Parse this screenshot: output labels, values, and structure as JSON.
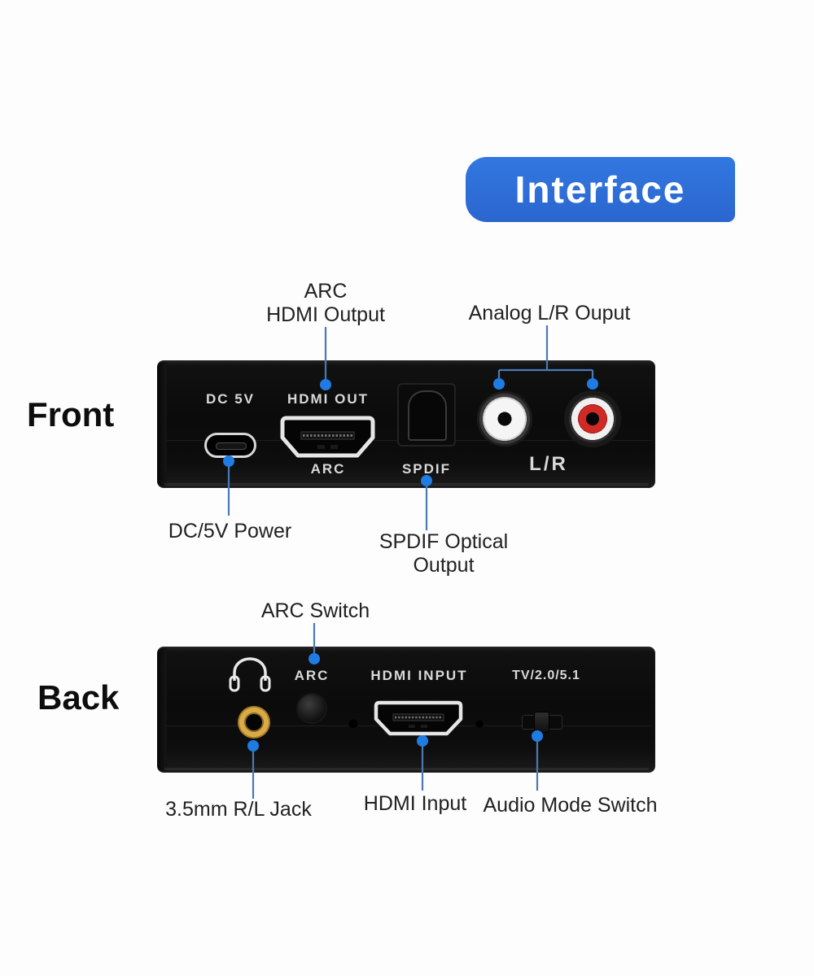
{
  "badge": {
    "label": "Interface"
  },
  "front": {
    "title": "Front",
    "panel": {
      "dc5v": "DC 5V",
      "hdmi_out": "HDMI OUT",
      "arc": "ARC",
      "spdif": "SPDIF",
      "lr": "L/R"
    },
    "callouts": {
      "hdmi_output_line1": "ARC",
      "hdmi_output_line2": "HDMI Output",
      "analog_lr": "Analog L/R Ouput",
      "dc_power": "DC/5V Power",
      "spdif_optical": "SPDIF Optical Output"
    }
  },
  "back": {
    "title": "Back",
    "panel": {
      "arc": "ARC",
      "hdmi_input": "HDMI INPUT",
      "mode": "TV/2.0/5.1"
    },
    "callouts": {
      "arc_switch": "ARC Switch",
      "jack_35": "3.5mm R/L Jack",
      "hdmi_input": "HDMI Input",
      "audio_mode": "Audio Mode Switch"
    }
  },
  "colors": {
    "badge_blue": "#2c6fd9",
    "callout_line": "#4a7ab5",
    "callout_dot": "#1e7ce2",
    "rca_red": "#cf2a26",
    "jack_gold": "#d8ab47",
    "device_black": "#0d0d0d"
  }
}
